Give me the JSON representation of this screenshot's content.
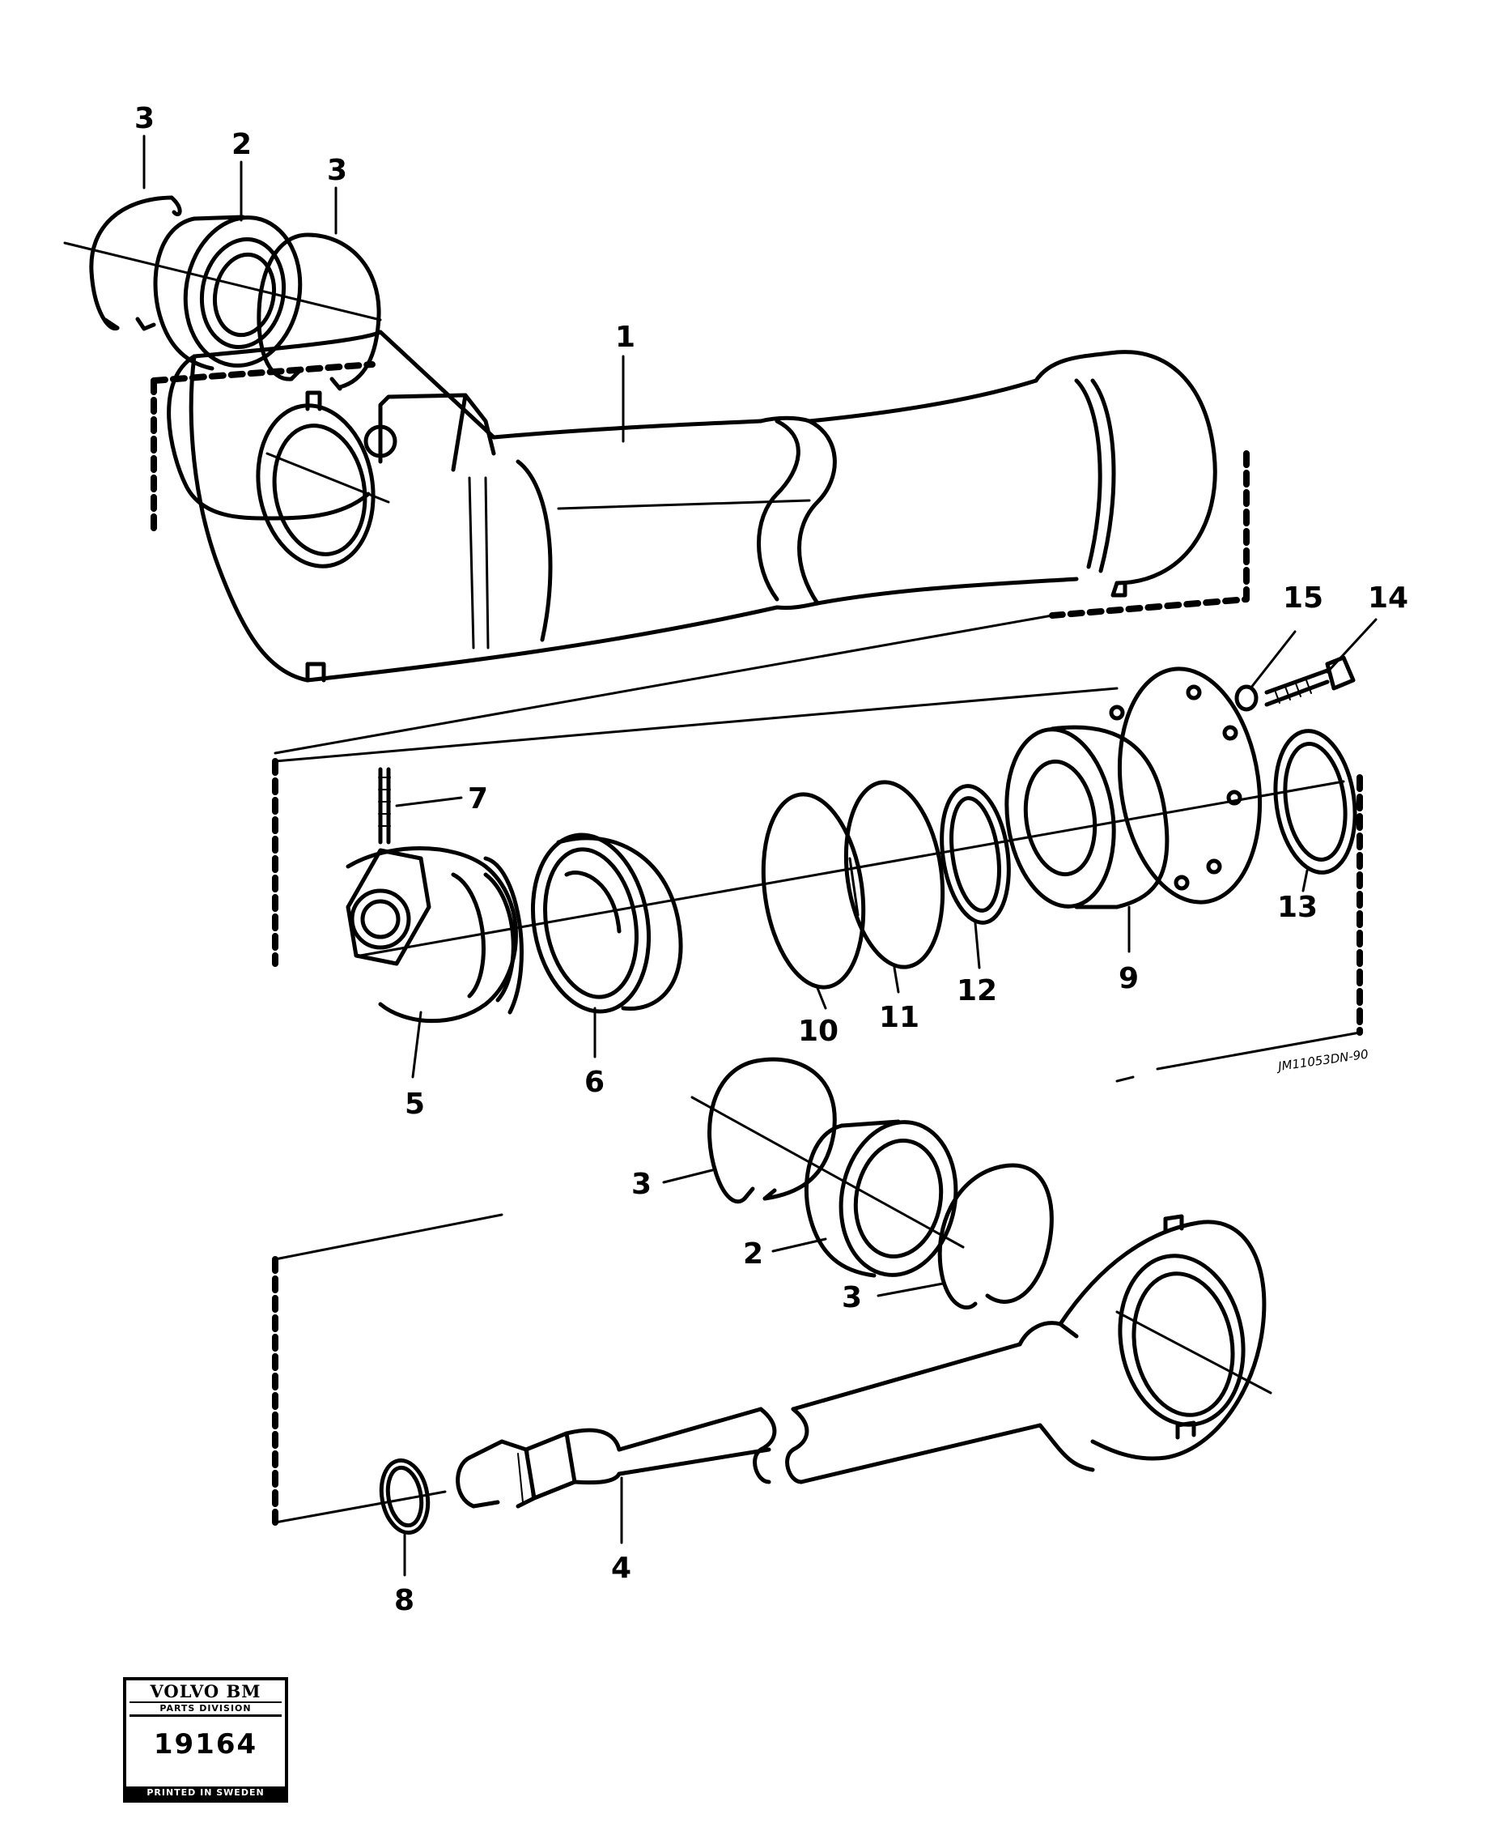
{
  "diagram": {
    "drawing_code": "JM11053DN-90",
    "callouts": {
      "c1": "1",
      "c2_top": "2",
      "c2_bottom": "2",
      "c3_top_left": "3",
      "c3_top_right": "3",
      "c3_bottom_upper": "3",
      "c3_bottom_lower": "3",
      "c4": "4",
      "c5": "5",
      "c6": "6",
      "c7": "7",
      "c8": "8",
      "c9": "9",
      "c10": "10",
      "c11": "11",
      "c12": "12",
      "c13": "13",
      "c14": "14",
      "c15": "15"
    }
  },
  "stamp": {
    "brand": "VOLVO BM",
    "division": "PARTS DIVISION",
    "number": "19164",
    "printed": "PRINTED IN SWEDEN"
  }
}
